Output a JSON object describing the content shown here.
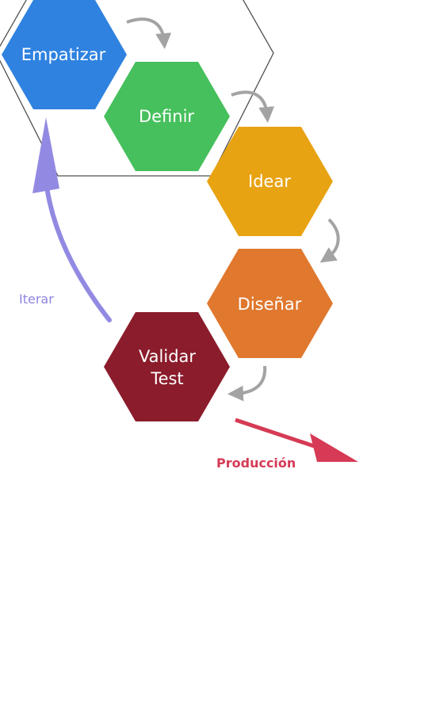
{
  "stages": [
    {
      "key": "empatizar",
      "label": "Empatizar",
      "color": "#2f82e0"
    },
    {
      "key": "definir",
      "label": "Definir",
      "color": "#46c05c"
    },
    {
      "key": "idear",
      "label": "Idear",
      "color": "#e8a312"
    },
    {
      "key": "disenar",
      "label": "Diseñar",
      "color": "#e0782e"
    },
    {
      "key": "validar",
      "label_line1": "Validar",
      "label_line2": "Test",
      "color": "#8b1c2b"
    }
  ],
  "labels": {
    "iterar": {
      "text": "Iterar",
      "color": "#8c84e0"
    },
    "produccion": {
      "text": "Producción",
      "color": "#d63a55"
    }
  },
  "colors": {
    "arrow_gray": "#a3a3a3",
    "iterar_arrow": "#928ae2",
    "produccion_arrow": "#d63a55",
    "outline": "#505050"
  }
}
